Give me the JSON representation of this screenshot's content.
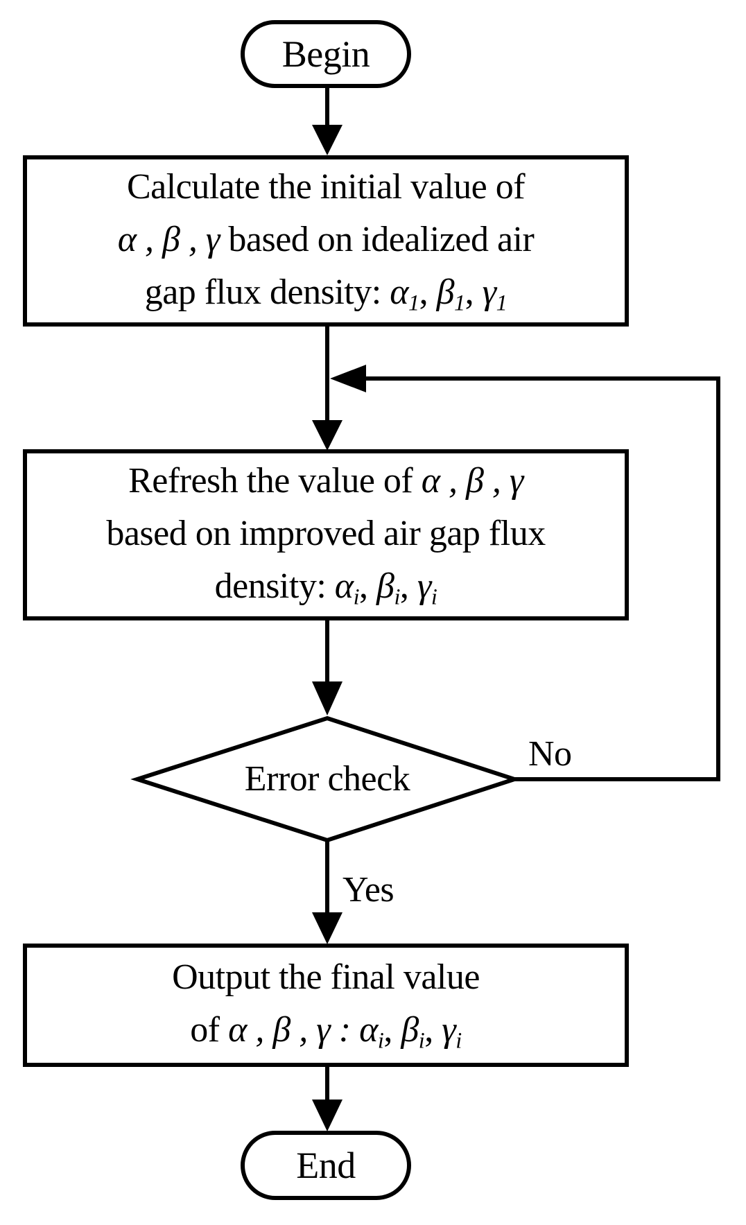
{
  "nodes": {
    "begin": {
      "label": "Begin"
    },
    "calc_initial": {
      "line1": "Calculate the initial value of",
      "line2_symbols": "α , β ,  γ",
      "line2_text": "based on idealized air",
      "line3_text": "gap flux density:",
      "sub_symbols": [
        {
          "symbol": "α",
          "sub": "1",
          "sep": ", "
        },
        {
          "symbol": "β",
          "sub": "1",
          "sep": ", "
        },
        {
          "symbol": "γ",
          "sub": "1",
          "sep": ""
        }
      ]
    },
    "refresh": {
      "line1_text": "Refresh the value of",
      "line1_symbols": "α , β , γ",
      "line2": "based on improved air gap flux",
      "line3_text": "density:",
      "sub_symbols": [
        {
          "symbol": "α",
          "sub": "i",
          "sep": ", "
        },
        {
          "symbol": "β",
          "sub": "i",
          "sep": ", "
        },
        {
          "symbol": "γ",
          "sub": "i",
          "sep": ""
        }
      ]
    },
    "error_check": {
      "label": "Error check"
    },
    "output": {
      "line1": "Output the final value",
      "line2_prefix": "of",
      "line2_symbols": "α , β , γ :",
      "sub_symbols": [
        {
          "symbol": "α",
          "sub": "i",
          "sep": ", "
        },
        {
          "symbol": "β",
          "sub": "i",
          "sep": ", "
        },
        {
          "symbol": "γ",
          "sub": "i",
          "sep": ""
        }
      ]
    },
    "end": {
      "label": "End"
    }
  },
  "edges": {
    "no_label": "No",
    "yes_label": "Yes"
  },
  "colors": {
    "stroke": "#000000",
    "fill": "#ffffff",
    "text": "#000000"
  }
}
